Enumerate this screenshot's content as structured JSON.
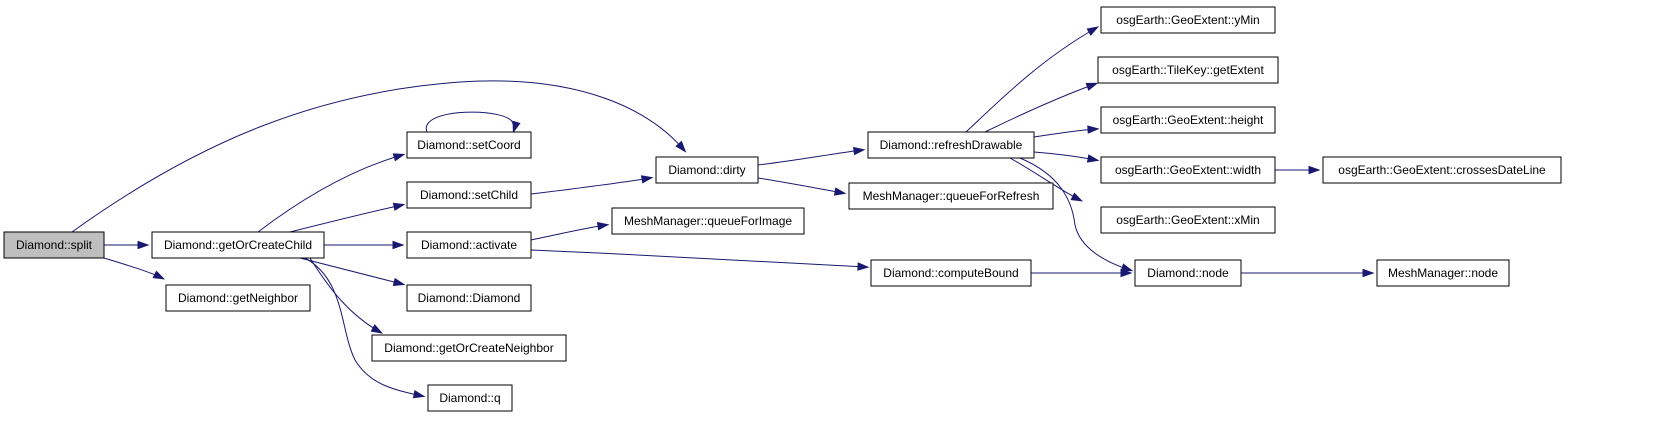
{
  "diagram": {
    "title": "",
    "edge_color": "#191970",
    "root_fill": "#bfbfbf",
    "nodes": [
      {
        "id": "split",
        "label": "Diamond::split",
        "root": true
      },
      {
        "id": "getOrCreateChild",
        "label": "Diamond::getOrCreateChild"
      },
      {
        "id": "getNeighbor",
        "label": "Diamond::getNeighbor"
      },
      {
        "id": "setCoord",
        "label": "Diamond::setCoord"
      },
      {
        "id": "setChild",
        "label": "Diamond::setChild"
      },
      {
        "id": "activate",
        "label": "Diamond::activate"
      },
      {
        "id": "Diamond",
        "label": "Diamond::Diamond"
      },
      {
        "id": "getOrCreateNeighbor",
        "label": "Diamond::getOrCreateNeighbor"
      },
      {
        "id": "q",
        "label": "Diamond::q"
      },
      {
        "id": "dirty",
        "label": "Diamond::dirty"
      },
      {
        "id": "queueForImage",
        "label": "MeshManager::queueForImage"
      },
      {
        "id": "refreshDrawable",
        "label": "Diamond::refreshDrawable"
      },
      {
        "id": "queueForRefresh",
        "label": "MeshManager::queueForRefresh"
      },
      {
        "id": "computeBound",
        "label": "Diamond::computeBound"
      },
      {
        "id": "yMin",
        "label": "osgEarth::GeoExtent::yMin"
      },
      {
        "id": "getExtent",
        "label": "osgEarth::TileKey::getExtent"
      },
      {
        "id": "height",
        "label": "osgEarth::GeoExtent::height"
      },
      {
        "id": "width",
        "label": "osgEarth::GeoExtent::width"
      },
      {
        "id": "xMin",
        "label": "osgEarth::GeoExtent::xMin"
      },
      {
        "id": "node",
        "label": "Diamond::node"
      },
      {
        "id": "crossesDateLine",
        "label": "osgEarth::GeoExtent::crossesDateLine"
      },
      {
        "id": "mmNode",
        "label": "MeshManager::node"
      }
    ],
    "edges": [
      {
        "from": "split",
        "to": "getOrCreateChild"
      },
      {
        "from": "split",
        "to": "getNeighbor"
      },
      {
        "from": "split",
        "to": "dirty"
      },
      {
        "from": "getOrCreateChild",
        "to": "setCoord"
      },
      {
        "from": "getOrCreateChild",
        "to": "setChild"
      },
      {
        "from": "getOrCreateChild",
        "to": "activate"
      },
      {
        "from": "getOrCreateChild",
        "to": "Diamond"
      },
      {
        "from": "getOrCreateChild",
        "to": "getOrCreateNeighbor"
      },
      {
        "from": "getOrCreateChild",
        "to": "q"
      },
      {
        "from": "setCoord",
        "to": "setCoord"
      },
      {
        "from": "setChild",
        "to": "dirty"
      },
      {
        "from": "activate",
        "to": "queueForImage"
      },
      {
        "from": "activate",
        "to": "computeBound"
      },
      {
        "from": "dirty",
        "to": "refreshDrawable"
      },
      {
        "from": "dirty",
        "to": "queueForRefresh"
      },
      {
        "from": "refreshDrawable",
        "to": "yMin"
      },
      {
        "from": "refreshDrawable",
        "to": "getExtent"
      },
      {
        "from": "refreshDrawable",
        "to": "height"
      },
      {
        "from": "refreshDrawable",
        "to": "width"
      },
      {
        "from": "refreshDrawable",
        "to": "xMin"
      },
      {
        "from": "refreshDrawable",
        "to": "node"
      },
      {
        "from": "computeBound",
        "to": "node"
      },
      {
        "from": "width",
        "to": "crossesDateLine"
      },
      {
        "from": "node",
        "to": "mmNode"
      }
    ]
  }
}
